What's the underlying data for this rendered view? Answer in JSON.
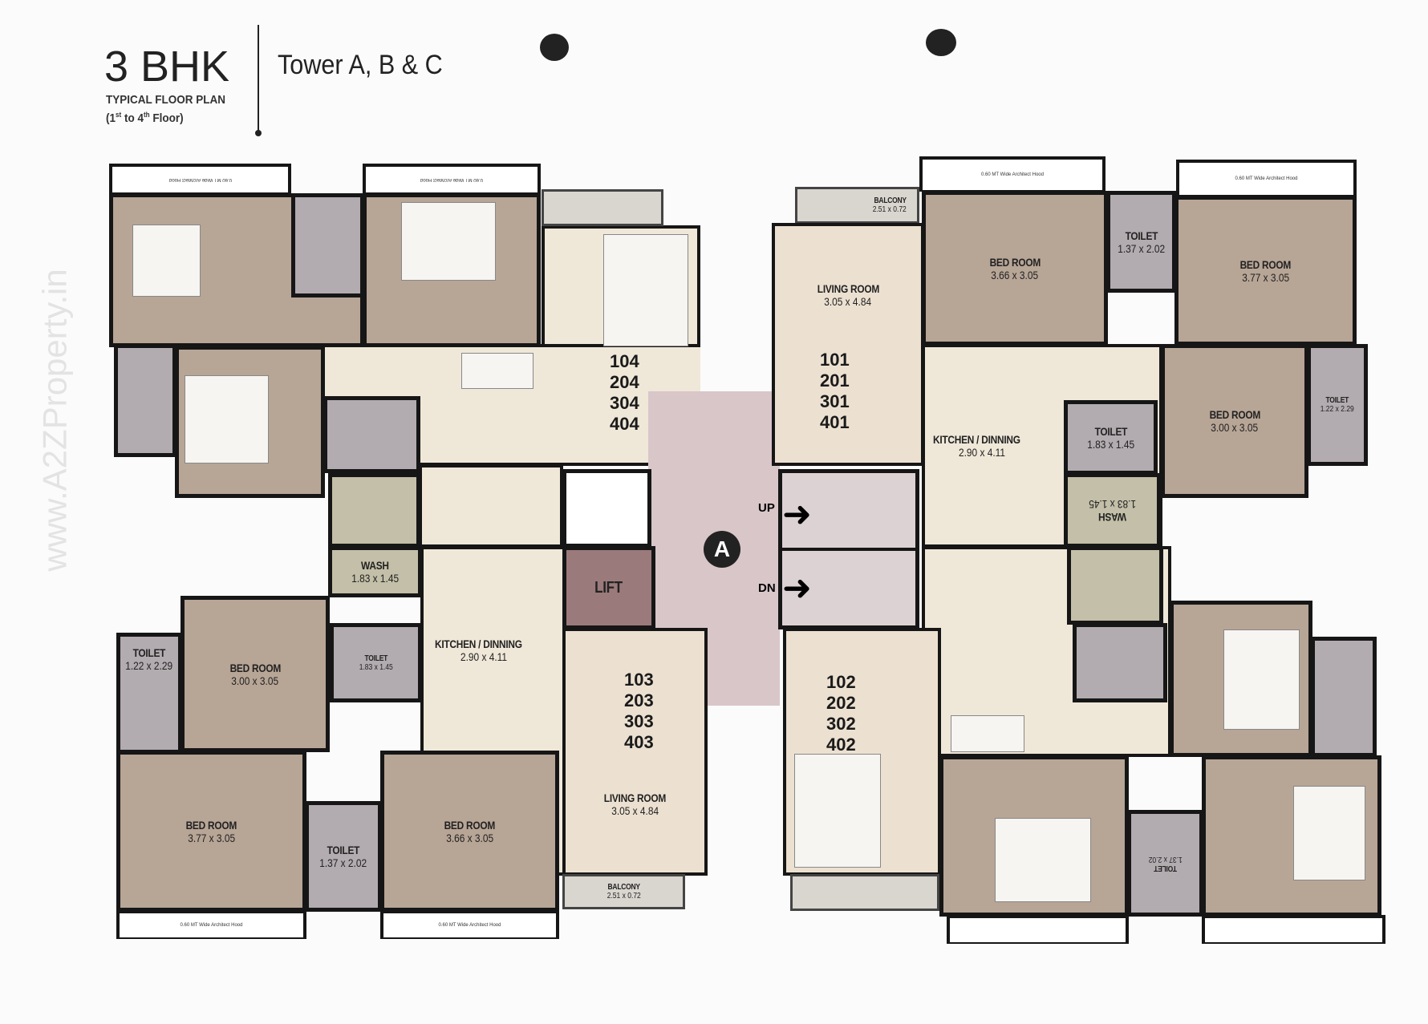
{
  "header": {
    "title": "3 BHK",
    "subtitle": "TYPICAL FLOOR PLAN",
    "floors": "(1st to 4th Floor)",
    "floors_parts": {
      "a": "(1",
      "a_sup": "st",
      "b": " to 4",
      "b_sup": "th",
      "c": " Floor)"
    },
    "towers": "Tower A, B & C"
  },
  "watermark": "www.A2ZProperty.in",
  "hood": "0.60 MT Wide Architect Hood",
  "core": {
    "lift": "LIFT",
    "up": "UP",
    "dn": "DN",
    "marker": "A"
  },
  "units": {
    "u104": {
      "numbers": [
        "104",
        "204",
        "304",
        "404"
      ]
    },
    "u101": {
      "numbers": [
        "101",
        "201",
        "301",
        "401"
      ],
      "rooms": {
        "balcony": {
          "name": "BALCONY",
          "dims": "2.51 x 0.72"
        },
        "living": {
          "name": "LIVING ROOM",
          "dims": "3.05 x 4.84"
        },
        "bed1": {
          "name": "BED ROOM",
          "dims": "3.66 x 3.05"
        },
        "toilet1": {
          "name": "TOILET",
          "dims": "1.37 x 2.02"
        },
        "bed2": {
          "name": "BED ROOM",
          "dims": "3.77 x 3.05"
        },
        "kitchen": {
          "name": "KITCHEN / DINNING",
          "dims": "2.90 x 4.11"
        },
        "toilet2": {
          "name": "TOILET",
          "dims": "1.83 x 1.45"
        },
        "bed3": {
          "name": "BED ROOM",
          "dims": "3.00 x 3.05"
        },
        "toilet3": {
          "name": "TOILET",
          "dims": "1.22 x 2.29"
        },
        "wash": {
          "name": "WASH",
          "dims": "1.83 x 1.45"
        }
      }
    },
    "u103": {
      "numbers": [
        "103",
        "203",
        "303",
        "403"
      ],
      "rooms": {
        "wash": {
          "name": "WASH",
          "dims": "1.83 x 1.45"
        },
        "toilet1": {
          "name": "TOILET",
          "dims": "1.83 x 1.45"
        },
        "toilet2": {
          "name": "TOILET",
          "dims": "1.22 x 2.29"
        },
        "bed1": {
          "name": "BED ROOM",
          "dims": "3.00 x 3.05"
        },
        "kitchen": {
          "name": "KITCHEN / DINNING",
          "dims": "2.90 x 4.11"
        },
        "living": {
          "name": "LIVING ROOM",
          "dims": "3.05 x 4.84"
        },
        "bed2": {
          "name": "BED ROOM",
          "dims": "3.77 x 3.05"
        },
        "toilet3": {
          "name": "TOILET",
          "dims": "1.37 x 2.02"
        },
        "bed3": {
          "name": "BED ROOM",
          "dims": "3.66 x 3.05"
        },
        "balcony": {
          "name": "BALCONY",
          "dims": "2.51 x 0.72"
        }
      }
    },
    "u102": {
      "numbers": [
        "102",
        "202",
        "302",
        "402"
      ],
      "rooms": {
        "toilet": {
          "name": "TOILET",
          "dims": "1.37 x 2.02"
        }
      }
    }
  },
  "colors": {
    "bedroom": "#b7a596",
    "toilet": "#b2abaf",
    "living": "#ece1d1",
    "wash": "#c3bfa8",
    "lobby": "#d9c6c9",
    "lift": "#9b7a7c",
    "wall": "#161616"
  }
}
